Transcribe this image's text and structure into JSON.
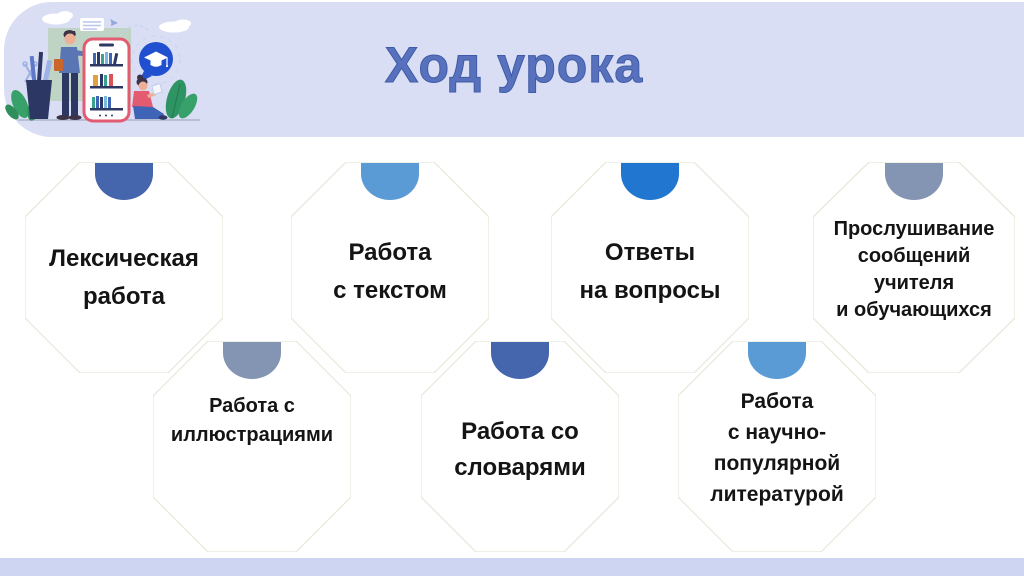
{
  "slide": {
    "title": "Ход урока",
    "colors": {
      "banner_bg": "#d9def4",
      "footer_bg": "#cdd5f2",
      "title_color": "#5871bc",
      "card_border": "#e7ebde",
      "text_color": "#141414"
    },
    "cards": [
      {
        "label": "Лексическая работа",
        "lines": [
          "Лексическая",
          "работа"
        ],
        "tab_color": "#4565ad"
      },
      {
        "label": "Работа с текстом",
        "lines": [
          "Работа",
          "с текстом"
        ],
        "tab_color": "#5b9bd5"
      },
      {
        "label": "Ответы на вопросы",
        "lines": [
          "Ответы",
          "на вопросы"
        ],
        "tab_color": "#2177cf"
      },
      {
        "label": "Прослушивание сообщений учителя и обучающихся",
        "lines": [
          "Прослушивание",
          "сообщений",
          "учителя",
          "и обучающихся"
        ],
        "tab_color": "#8495b3"
      },
      {
        "label": "Работа с иллюстрациями",
        "lines": [
          "Работа с",
          "иллюстрациями"
        ],
        "tab_color": "#8495b3"
      },
      {
        "label": "Работа со словарями",
        "lines": [
          "Работа со",
          "словарями"
        ],
        "tab_color": "#4565ad"
      },
      {
        "label": "Работа с научно-популярной литературой",
        "lines": [
          "Работа",
          "с научно-",
          "популярной",
          "литературой"
        ],
        "tab_color": "#5b9bd5"
      }
    ],
    "illustration": {
      "name": "students-with-phone-bookshelf",
      "elements": [
        "standing-student",
        "phone-bookshelf",
        "sitting-student-reading",
        "speech-bubble-graduation-cap",
        "plants",
        "pencil-cup",
        "clouds",
        "paper-plane"
      ]
    }
  }
}
